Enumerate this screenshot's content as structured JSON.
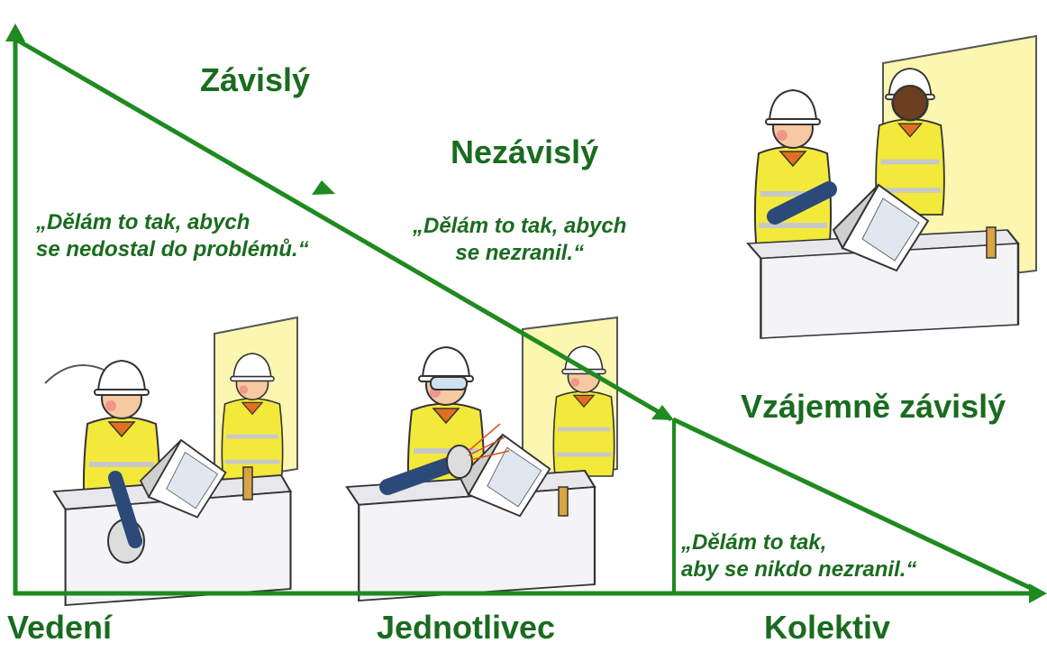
{
  "stages": [
    {
      "title": "Závislý",
      "quote": "„Dělám to tak, abych\nse nedostal do problémů.“"
    },
    {
      "title": "Nezávislý",
      "quote": "„Dělám to tak, abych\nse nezranil.“"
    },
    {
      "title": "Vzájemně závislý",
      "quote": "„Dělám to tak,\naby se nikdo nezranil.“"
    }
  ],
  "x_axis_labels": [
    "Vedení",
    "Jednotlivec",
    "Kolektiv"
  ],
  "colors": {
    "accent_green": "#1f8a1f",
    "text_green": "#1a6b1f",
    "safety_yellow": "#f2e93a",
    "wall": "#fbf6b0"
  },
  "illustrations": [
    {
      "name": "worker-grinding-supervised-illustration"
    },
    {
      "name": "worker-grinding-with-goggles-illustration"
    },
    {
      "name": "workers-helping-each-other-illustration"
    }
  ]
}
